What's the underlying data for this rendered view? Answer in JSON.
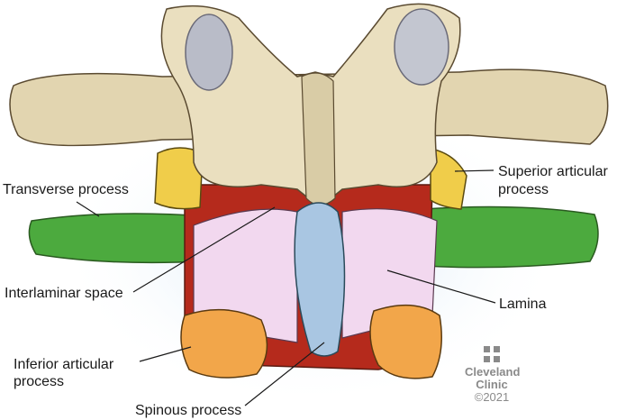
{
  "labels": {
    "transverse_process": "Transverse process",
    "superior_articular_line1": "Superior articular",
    "superior_articular_line2": "process",
    "interlaminar_space": "Interlaminar space",
    "lamina": "Lamina",
    "inferior_articular_line1": "Inferior articular",
    "inferior_articular_line2": "process",
    "spinous_process": "Spinous process"
  },
  "logo": {
    "line1": "Cleveland",
    "line2": "Clinic",
    "copyright": "©2021"
  },
  "colors": {
    "bone": "#e8dcb8",
    "transverse": "#4caa3e",
    "superior": "#f0cd4a",
    "lamina": "#f0d4ee",
    "gap": "#b52a1c",
    "inferior": "#f2a64a",
    "spinous": "#a9c6e2",
    "facet": "#b9bcc8"
  }
}
